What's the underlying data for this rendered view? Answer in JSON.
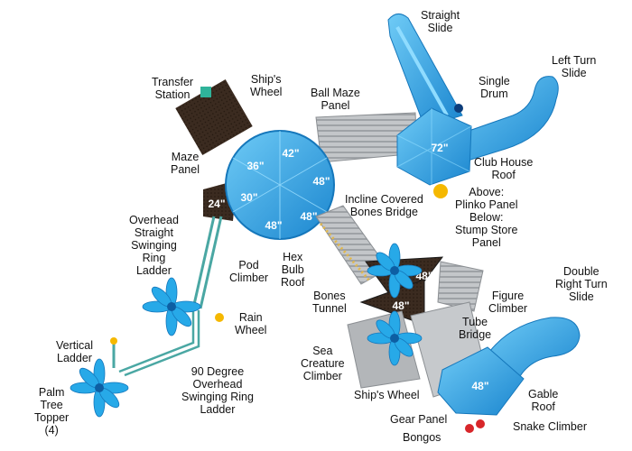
{
  "labels": {
    "straight_slide": "Straight\nSlide",
    "left_turn_slide": "Left Turn\nSlide",
    "single_drum": "Single\nDrum",
    "transfer_station": "Transfer\nStation",
    "ships_wheel_top": "Ship's\nWheel",
    "ball_maze_panel": "Ball Maze\nPanel",
    "club_house_roof": "Club House\nRoof",
    "maze_panel": "Maze\nPanel",
    "incline_covered_bones_bridge": "Incline Covered\nBones Bridge",
    "above_below": "Above:\nPlinko Panel\nBelow:\nStump Store\nPanel",
    "overhead_straight_ladder": "Overhead\nStraight\nSwinging\nRing\nLadder",
    "pod_climber": "Pod\nClimber",
    "hex_bulb_roof": "Hex\nBulb\nRoof",
    "double_right_turn_slide": "Double\nRight Turn\nSlide",
    "bones_tunnel": "Bones\nTunnel",
    "figure_climber": "Figure\nClimber",
    "rain_wheel": "Rain\nWheel",
    "tube_bridge": "Tube\nBridge",
    "vertical_ladder": "Vertical\nLadder",
    "sea_creature_climber": "Sea\nCreature\nClimber",
    "ninety_degree_ladder": "90 Degree\nOverhead\nSwinging Ring\nLadder",
    "palm_tree_topper": "Palm\nTree\nTopper\n(4)",
    "ships_wheel_bottom": "Ship's Wheel",
    "gable_roof": "Gable\nRoof",
    "gear_panel": "Gear Panel",
    "snake_climber": "Snake Climber",
    "bongos": "Bongos"
  },
  "heights": {
    "hex_a": "42\"",
    "hex_b": "36\"",
    "hex_c": "48\"",
    "hex_d": "30\"",
    "hex_e": "48\"",
    "hex_f": "48\"",
    "deck_left": "24\"",
    "clubhouse": "72\"",
    "tri_upper": "48\"",
    "tri_lower": "48\"",
    "gable": "48\""
  },
  "colors": {
    "blue": "#1e8fd6",
    "blue_light": "#5cc0f2",
    "deck_brown": "#3a2a1f",
    "grey": "#b9bcbf",
    "yellow": "#f5b800",
    "red": "#d8262a"
  }
}
